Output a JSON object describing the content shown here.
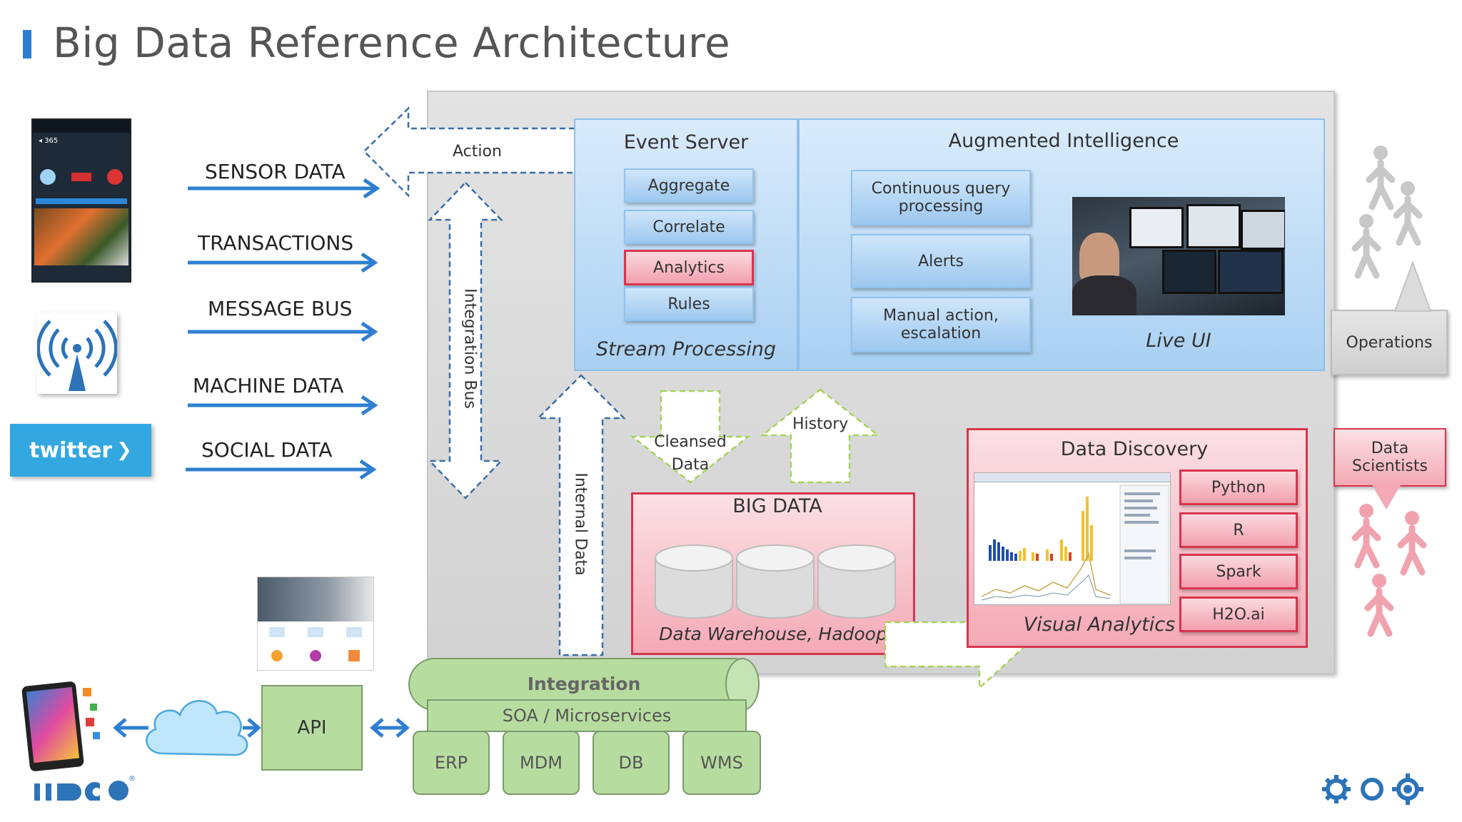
{
  "title": "Big Data Reference Architecture",
  "sources": [
    "SENSOR DATA",
    "TRANSACTIONS",
    "MESSAGE BUS",
    "MACHINE DATA",
    "SOCIAL DATA"
  ],
  "action_label": "Action",
  "integration_bus_label": "Integration Bus",
  "internal_data_label": "Internal Data",
  "event_server": {
    "title": "Event Server",
    "items": [
      "Aggregate",
      "Correlate",
      "Analytics",
      "Rules"
    ],
    "footer": "Stream Processing"
  },
  "augmented": {
    "title": "Augmented Intelligence",
    "items": [
      [
        "Continuous query",
        "processing"
      ],
      [
        "Alerts"
      ],
      [
        "Manual action,",
        "escalation"
      ]
    ],
    "live_ui": "Live UI"
  },
  "operations": "Operations",
  "data_scientists": [
    "Data",
    "Scientists"
  ],
  "cleansed": [
    "Cleansed",
    "Data"
  ],
  "history": "History",
  "big_data": {
    "title": "BIG DATA",
    "footer": "Data Warehouse, Hadoop"
  },
  "data_discovery": {
    "title": "Data Discovery",
    "tools": [
      "Python",
      "R",
      "Spark",
      "H2O.ai"
    ],
    "footer": "Visual Analytics"
  },
  "integration": {
    "title": "Integration",
    "soa": "SOA / Microservices",
    "systems": [
      "ERP",
      "MDM",
      "DB",
      "WMS"
    ]
  },
  "api": "API",
  "twitter_logo": "twitter",
  "colors": {
    "accent_blue": "#2f7fd1",
    "blue_panel": "#a9d0f2",
    "red_border": "#d8354d",
    "green": "#b7dca0"
  }
}
